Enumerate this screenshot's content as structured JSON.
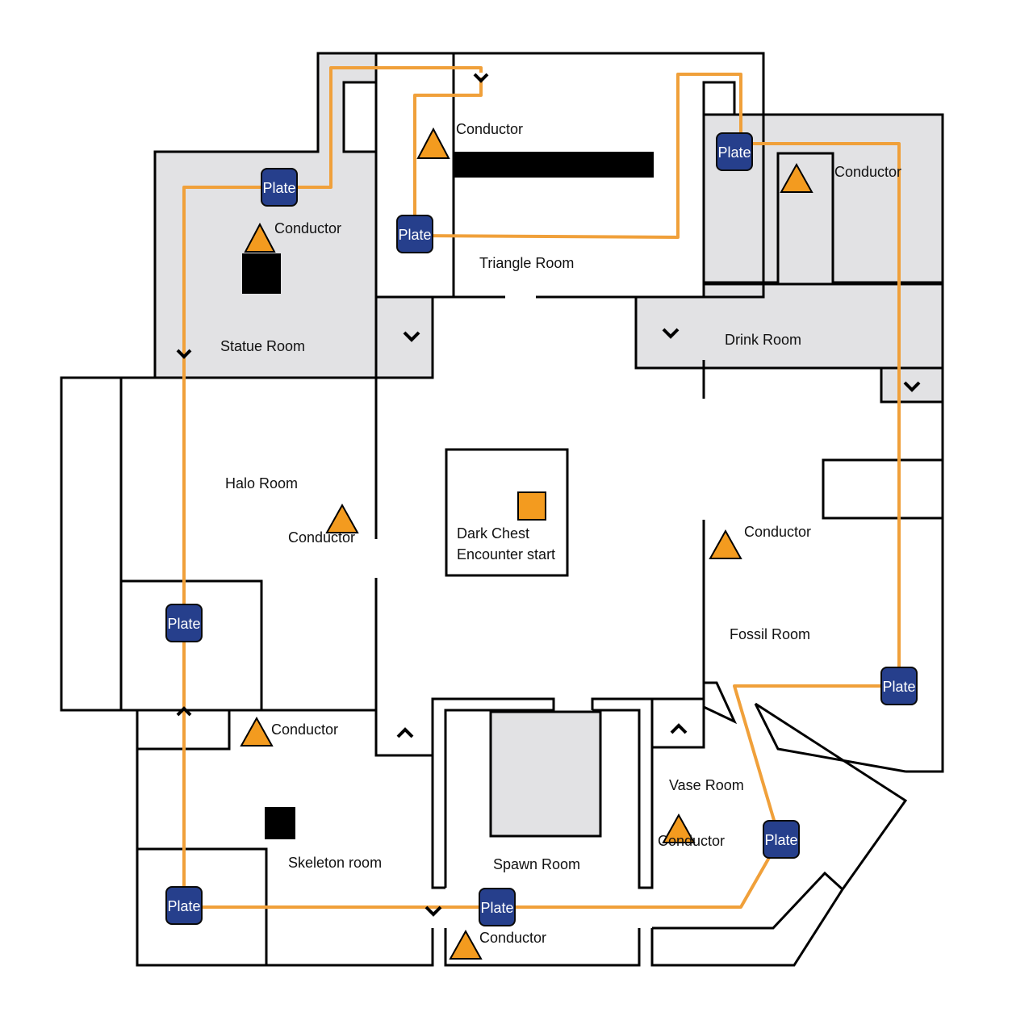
{
  "colors": {
    "path": "#f0a03a",
    "conductor": "#f39b1f",
    "plate_fill": "#263f8c",
    "plate_text": "#ffffff",
    "shaded_room": "#e2e2e4",
    "wall": "#000000"
  },
  "rooms": {
    "statue": "Statue Room",
    "triangle": "Triangle Room",
    "drink": "Drink Room",
    "halo": "Halo Room",
    "fossil": "Fossil Room",
    "skeleton": "Skeleton room",
    "spawn": "Spawn Room",
    "vase": "Vase Room"
  },
  "chest": {
    "line1": "Dark Chest",
    "line2": "Encounter start"
  },
  "conductor_label": "Conductor",
  "plate_label": "Plate",
  "icons": {
    "conductor": "triangle-icon",
    "plate": "plate-icon",
    "arrow_down": "chevron-down-icon",
    "arrow_up": "chevron-up-icon",
    "chest": "chest-icon",
    "statue": "statue-block-icon"
  }
}
